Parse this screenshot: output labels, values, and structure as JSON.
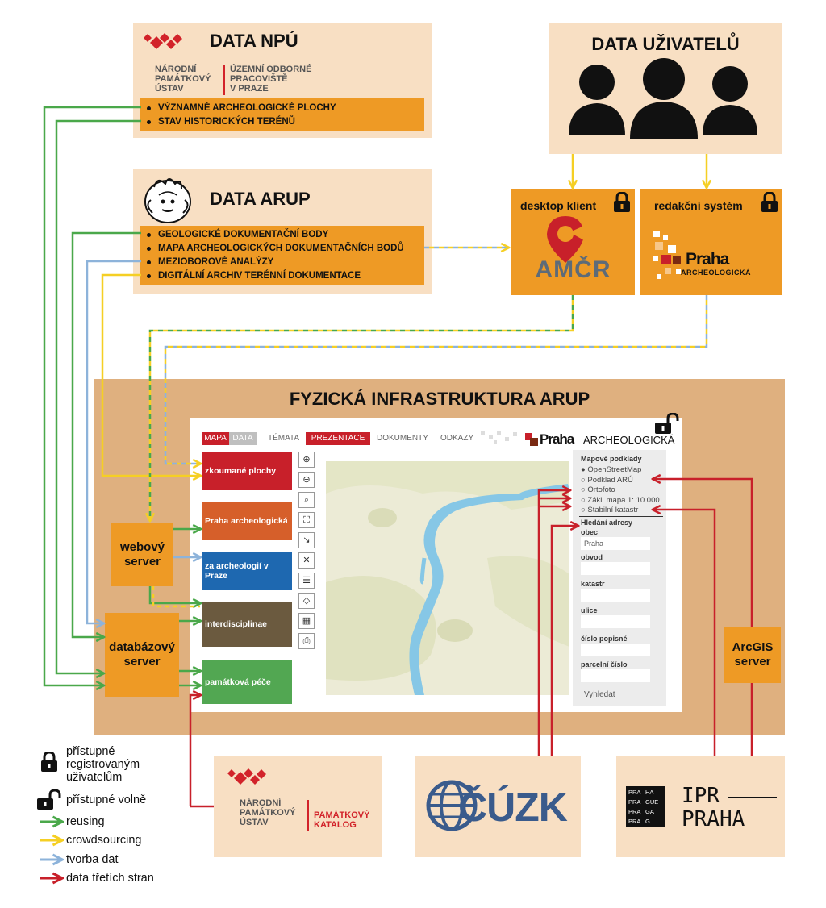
{
  "colors": {
    "reusing": "#4aa84a",
    "crowdsourcing": "#f5cf24",
    "tvorba": "#8db3da",
    "treti": "#c8202a",
    "orange": "#ee9a25",
    "panel": "#f8dfc3",
    "infra": "#dfb07f"
  },
  "npu": {
    "title": "DATA NPÚ",
    "org_left": [
      "NÁRODNÍ",
      "PAMÁTKOVÝ",
      "ÚSTAV"
    ],
    "org_right": [
      "ÚZEMNÍ ODBORNÉ",
      "PRACOVIŠTĚ",
      "V PRAZE"
    ],
    "items": [
      "VÝZNAMNÉ ARCHEOLOGICKÉ PLOCHY",
      "STAV HISTORICKÝCH TERÉNŮ"
    ]
  },
  "users": {
    "title": "DATA UŽIVATELŮ"
  },
  "arup": {
    "title": "DATA ARUP",
    "items": [
      "GEOLOGICKÉ DOKUMENTAČNÍ BODY",
      "MAPA ARCHEOLOGICKÝCH DOKUMENTAČNÍCH BODŮ",
      "MEZIOBOROVÉ ANALÝZY",
      "DIGITÁLNÍ ARCHIV TERÉNNÍ DOKUMENTACE"
    ]
  },
  "desktop": {
    "title": "desktop klient",
    "logo": "AMČR"
  },
  "redakce": {
    "title": "redakční systém",
    "logo_big": "Praha",
    "logo_small": "ARCHEOLOGICKÁ"
  },
  "infra": {
    "title": "FYZICKÁ INFRASTRUKTURA ARUP"
  },
  "web": {
    "menu": {
      "mapa": "MAPA",
      "data": "DATA",
      "temata": "TÉMATA",
      "prezentace": "PREZENTACE",
      "dokumenty": "DOKUMENTY",
      "odkazy": "ODKAZY"
    },
    "logo_big": "Praha",
    "logo_small": "ARCHEOLOGICKÁ",
    "tiles": [
      "zkoumané plochy",
      "Praha archeologická",
      "za archeologií v Praze",
      "interdisciplinae",
      "památková péče"
    ],
    "podklady_title": "Mapové podklady",
    "podklady": [
      "OpenStreetMap",
      "Podklad ARÚ",
      "Ortofoto",
      "Zákl. mapa 1: 10 000",
      "Stabilní katastr"
    ],
    "hledani": "Hledání adresy",
    "fields": [
      {
        "label": "obec",
        "value": "Praha"
      },
      {
        "label": "obvod",
        "value": ""
      },
      {
        "label": "katastr",
        "value": ""
      },
      {
        "label": "ulice",
        "value": ""
      },
      {
        "label": "číslo popisné",
        "value": ""
      },
      {
        "label": "parcelní číslo",
        "value": ""
      }
    ],
    "search_btn": "Vyhledat"
  },
  "servers": {
    "web": "webový server",
    "db": "databázový server",
    "arcgis": "ArcGIS server"
  },
  "bottom": {
    "npu_org": [
      "NÁRODNÍ",
      "PAMÁTKOVÝ",
      "ÚSTAV"
    ],
    "npu_kat": [
      "PAMÁTKOVÝ",
      "KATALOG"
    ],
    "cuzk": "ČÚZK",
    "praha_grid": [
      "PRA",
      "HA",
      "PRA",
      "GUE",
      "PRA",
      "GA",
      "PRA",
      "G"
    ],
    "ipr1": "IPR",
    "ipr2": "PRAHA"
  },
  "legend": {
    "lock_closed": "přístupné registrovaným uživatelům",
    "lock_open": "přístupné volně",
    "reusing": "reusing",
    "crowdsourcing": "crowdsourcing",
    "tvorba": "tvorba dat",
    "treti": "data třetích stran"
  }
}
